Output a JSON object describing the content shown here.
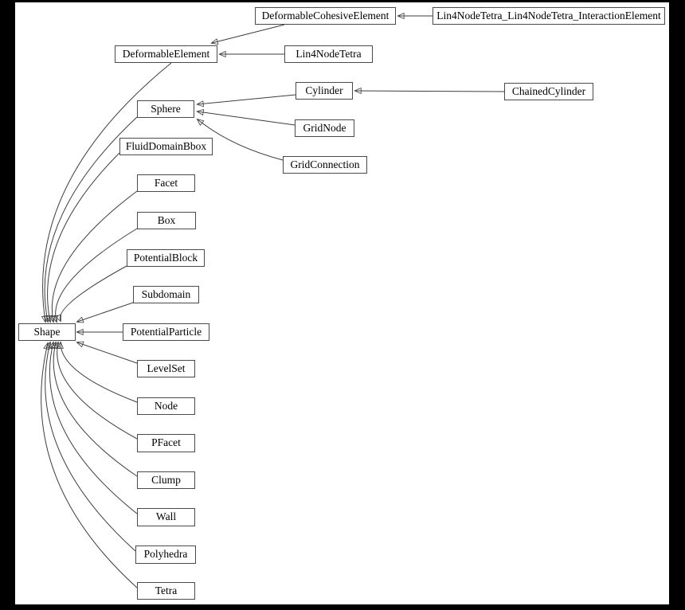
{
  "diagram": {
    "title": "Shape class inheritance graph",
    "type": "inheritance-graph",
    "colors": {
      "background": "#000000",
      "canvas": "#ffffff",
      "box_border": "#4a4a4a",
      "line": "#3d3d3d",
      "arrowhead": "#1a1a1a",
      "text": "#000000"
    },
    "nodes": [
      {
        "label": "DeformableCohesiveElement"
      },
      {
        "label": "Lin4NodeTetra_Lin4NodeTetra_InteractionElement"
      },
      {
        "label": "DeformableElement"
      },
      {
        "label": "Lin4NodeTetra"
      },
      {
        "label": "Cylinder"
      },
      {
        "label": "ChainedCylinder"
      },
      {
        "label": "Sphere"
      },
      {
        "label": "GridNode"
      },
      {
        "label": "GridConnection"
      },
      {
        "label": "FluidDomainBbox"
      },
      {
        "label": "Facet"
      },
      {
        "label": "Box"
      },
      {
        "label": "PotentialBlock"
      },
      {
        "label": "Subdomain"
      },
      {
        "label": "Shape"
      },
      {
        "label": "PotentialParticle"
      },
      {
        "label": "LevelSet"
      },
      {
        "label": "Node"
      },
      {
        "label": "PFacet"
      },
      {
        "label": "Clump"
      },
      {
        "label": "Wall"
      },
      {
        "label": "Polyhedra"
      },
      {
        "label": "Tetra"
      }
    ],
    "edges": [
      {
        "from": "Lin4NodeTetra_Lin4NodeTetra_InteractionElement",
        "to": "DeformableCohesiveElement"
      },
      {
        "from": "DeformableCohesiveElement",
        "to": "DeformableElement"
      },
      {
        "from": "Lin4NodeTetra",
        "to": "DeformableElement"
      },
      {
        "from": "ChainedCylinder",
        "to": "Cylinder"
      },
      {
        "from": "Cylinder",
        "to": "Sphere"
      },
      {
        "from": "GridNode",
        "to": "Sphere"
      },
      {
        "from": "GridConnection",
        "to": "Sphere"
      },
      {
        "from": "DeformableElement",
        "to": "Shape"
      },
      {
        "from": "Sphere",
        "to": "Shape"
      },
      {
        "from": "FluidDomainBbox",
        "to": "Shape"
      },
      {
        "from": "Facet",
        "to": "Shape"
      },
      {
        "from": "Box",
        "to": "Shape"
      },
      {
        "from": "PotentialBlock",
        "to": "Shape"
      },
      {
        "from": "Subdomain",
        "to": "Shape"
      },
      {
        "from": "PotentialParticle",
        "to": "Shape"
      },
      {
        "from": "LevelSet",
        "to": "Shape"
      },
      {
        "from": "Node",
        "to": "Shape"
      },
      {
        "from": "PFacet",
        "to": "Shape"
      },
      {
        "from": "Clump",
        "to": "Shape"
      },
      {
        "from": "Wall",
        "to": "Shape"
      },
      {
        "from": "Polyhedra",
        "to": "Shape"
      },
      {
        "from": "Tetra",
        "to": "Shape"
      }
    ]
  }
}
